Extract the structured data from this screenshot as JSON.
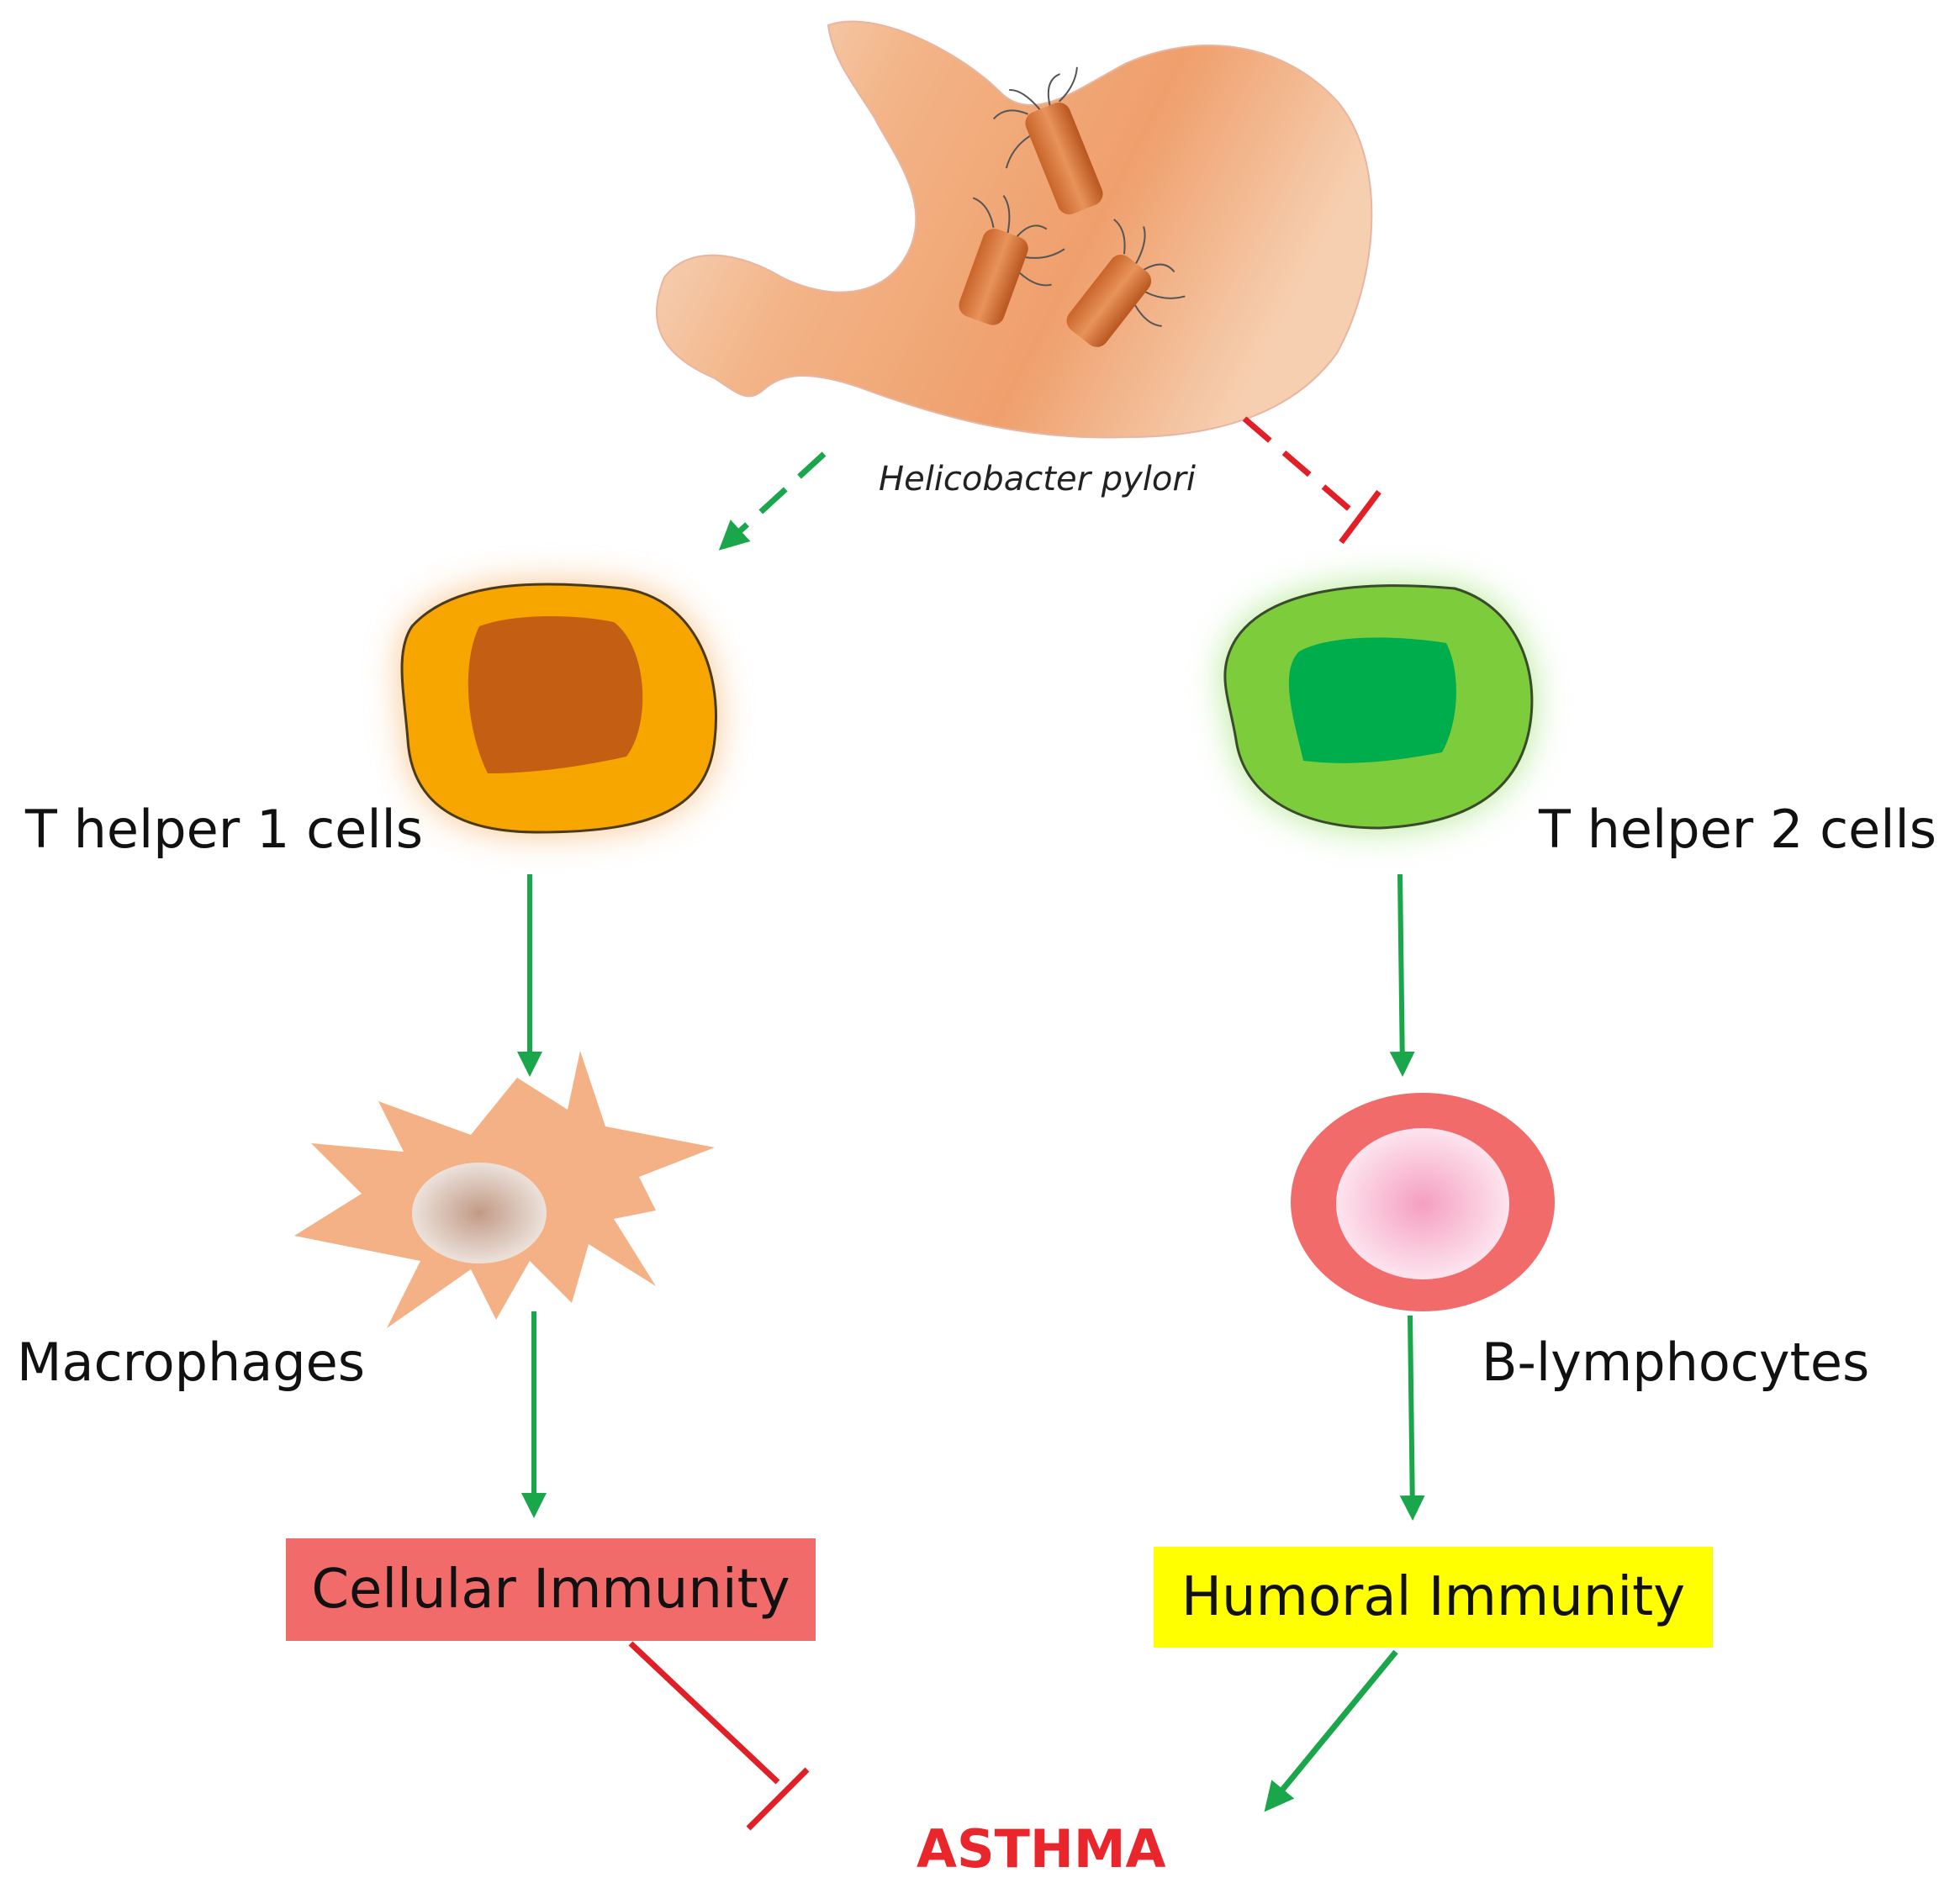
{
  "stomach": {
    "label": "Helicobacter pylori"
  },
  "th1": {
    "label": "T helper 1 cells"
  },
  "th2": {
    "label": "T helper 2 cells"
  },
  "macrophages": {
    "label": "Macrophages"
  },
  "b_lymphocytes": {
    "label": "B-lymphocytes"
  },
  "cellular_immunity": {
    "label": "Cellular Immunity"
  },
  "humoral_immunity": {
    "label": "Humoral Immunity"
  },
  "outcome": {
    "label": "ASTHMA"
  },
  "colors": {
    "activate_arrow": "#1aa64b",
    "inhibit_arrow": "#e11f26",
    "th1_fill": "#f7a600",
    "th2_fill": "#7dcc3c",
    "cellular_box": "#f26b6b",
    "humoral_box": "#ffff00",
    "asthma_text": "#e8262c"
  }
}
